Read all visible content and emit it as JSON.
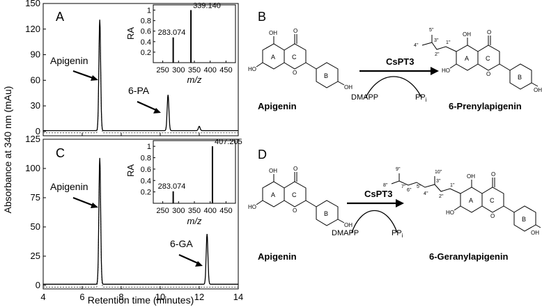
{
  "figure": {
    "y_axis_label": "Absorbance at 340 nm (mAu)",
    "x_axis_label": "Retention time (minutes)"
  },
  "chart_data": [
    {
      "type": "line",
      "panel": "A",
      "xlim": [
        4,
        14
      ],
      "ylim": [
        -5,
        150
      ],
      "x_ticks": [
        "4",
        "6",
        "8",
        "10",
        "12",
        "14"
      ],
      "y_ticks": [
        "0",
        "30",
        "60",
        "90",
        "120",
        "150"
      ],
      "peaks": [
        {
          "label": "Apigenin",
          "x": 6.9,
          "y": 130
        },
        {
          "label": "6-PA",
          "x": 10.4,
          "y": 42
        },
        {
          "label": "",
          "x": 12.0,
          "y": 5
        }
      ],
      "inset": {
        "xlabel": "m/z",
        "ylabel": "RA",
        "xlim": [
          220,
          480
        ],
        "ylim": [
          0,
          1.1
        ],
        "x_ticks": [
          "250",
          "300",
          "350",
          "400",
          "450"
        ],
        "y_ticks": [
          "0.2",
          "0.4",
          "0.6",
          "0.8",
          "1"
        ],
        "peaks": [
          {
            "mz": 283.074,
            "ra": 0.48,
            "label": "283.074"
          },
          {
            "mz": 339.14,
            "ra": 1.0,
            "label": "339.140"
          }
        ]
      }
    },
    {
      "type": "line",
      "panel": "C",
      "xlim": [
        4,
        14
      ],
      "ylim": [
        -3,
        125
      ],
      "x_ticks": [
        "4",
        "6",
        "8",
        "10",
        "12",
        "14"
      ],
      "y_ticks": [
        "0",
        "25",
        "50",
        "75",
        "100",
        "125"
      ],
      "peaks": [
        {
          "label": "Apigenin",
          "x": 6.9,
          "y": 108
        },
        {
          "label": "6-GA",
          "x": 12.4,
          "y": 43
        }
      ],
      "inset": {
        "xlabel": "m/z",
        "ylabel": "RA",
        "xlim": [
          220,
          480
        ],
        "ylim": [
          0,
          1.1
        ],
        "x_ticks": [
          "250",
          "300",
          "350",
          "400",
          "450"
        ],
        "y_ticks": [
          "0.2",
          "0.4",
          "0.6",
          "0.8",
          "1"
        ],
        "peaks": [
          {
            "mz": 283.074,
            "ra": 0.21,
            "label": "283.074"
          },
          {
            "mz": 407.205,
            "ra": 1.0,
            "label": "407.205"
          }
        ]
      }
    }
  ],
  "schemes": {
    "B": {
      "panel": "B",
      "substrate": "Apigenin",
      "enzyme": "CsPT3",
      "cosubstrate": "DMAPP",
      "byproduct": "PP",
      "byproduct_sub": "i",
      "product": "6-Prenylapigenin",
      "ring_labels": [
        "A",
        "C",
        "B"
      ],
      "substituents": [
        "OH",
        "O",
        "HO",
        "O",
        "OH"
      ],
      "prenyl_labels": [
        "5''",
        "4''",
        "3''",
        "2''",
        "1''"
      ]
    },
    "D": {
      "panel": "D",
      "substrate": "Apigenin",
      "enzyme": "CsPT3",
      "cosubstrate": "DMAPP",
      "byproduct": "PP",
      "byproduct_sub": "i",
      "product": "6-Geranylapigenin",
      "ring_labels": [
        "A",
        "C",
        "B"
      ],
      "substituents": [
        "OH",
        "O",
        "HO",
        "O",
        "OH"
      ],
      "geranyl_labels": [
        "9''",
        "10''",
        "8''",
        "7''",
        "6''",
        "5''",
        "4''",
        "3''",
        "2''",
        "1''"
      ]
    }
  },
  "colors": {
    "trace": "#000000",
    "dotted_trace": "#555555"
  }
}
